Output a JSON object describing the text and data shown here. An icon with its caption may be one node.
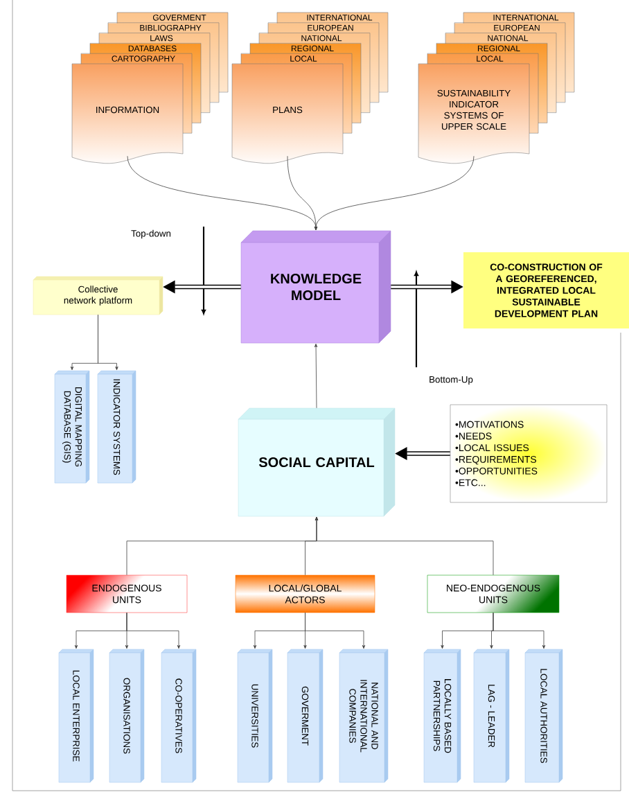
{
  "diagram": {
    "nodes": [
      {
        "text": [
          "GOVERMENT"
        ]
      },
      {
        "text": [
          "BIBLIOGRAPHY"
        ]
      },
      {
        "text": [
          "LAWS"
        ]
      },
      {
        "text": [
          "DATABASES"
        ]
      },
      {
        "text": [
          "CARTOGRAPHY"
        ]
      },
      {
        "text": [
          "INFORMATION"
        ]
      },
      {
        "text": [
          "INTERNATIONAL"
        ]
      },
      {
        "text": [
          "EUROPEAN"
        ]
      },
      {
        "text": [
          "NATIONAL"
        ]
      },
      {
        "text": [
          "REGIONAL"
        ]
      },
      {
        "text": [
          "LOCAL"
        ]
      },
      {
        "text": [
          "PLANS"
        ]
      },
      {
        "text": [
          "INTERNATIONAL"
        ]
      },
      {
        "text": [
          "EUROPEAN"
        ]
      },
      {
        "text": [
          "NATIONAL"
        ]
      },
      {
        "text": [
          "REGIONAL"
        ]
      },
      {
        "text": [
          "LOCAL"
        ]
      },
      {
        "text": [
          "SUSTAINABILITY INDICATOR SYSTEMS OF UPPER SCALE"
        ]
      },
      {
        "text": [
          "KNOWLEDGE MODEL"
        ]
      },
      {
        "text": [
          "Collective network platform"
        ]
      },
      {
        "text": [
          "CO-CONSTRUCTION OF A GEOREFERENCED, INTEGRATED LOCAL SUSTAINABLE DEVELOPMENT PLAN"
        ]
      },
      {
        "text": [
          "DIGITAL MAPPING DATABASE (GIS)"
        ]
      },
      {
        "text": [
          "INDICATOR SYSTEMS"
        ]
      },
      {
        "text": [
          "SOCIAL CAPITAL"
        ]
      },
      {
        "text": [
          "•MOTIVATIONS",
          "•NEEDS",
          "•LOCAL ISSUES",
          "•REQUIREMENTS",
          "•OPPORTUNITIES",
          "•ETC..."
        ]
      },
      {
        "text": [
          "ENDOGENOUS UNITS"
        ]
      },
      {
        "text": [
          "LOCAL/GLOBAL ACTORS"
        ]
      },
      {
        "text": [
          "NEO-ENDOGENOUS UNITS"
        ]
      },
      {
        "text": [
          "LOCAL ENTERPRISE"
        ]
      },
      {
        "text": [
          "ORGANISATIONS"
        ]
      },
      {
        "text": [
          "CO-OPERATIVES"
        ]
      },
      {
        "text": [
          "UNIVERSITIES"
        ]
      },
      {
        "text": [
          "GOVERMENT"
        ]
      },
      {
        "text": [
          "NATIONAL AND INTERNATIONAL COMPANIES"
        ]
      },
      {
        "text": [
          "LOCALLY BASED PARTNERSHIPS"
        ]
      },
      {
        "text": [
          "LAG - LEADER"
        ]
      },
      {
        "text": [
          "LOCAL AUTHORITIES"
        ]
      }
    ],
    "edges": [
      {
        "from": 5,
        "to": 18,
        "arrow": "to"
      },
      {
        "from": 11,
        "to": 18,
        "arrow": "to"
      },
      {
        "from": 17,
        "to": 18,
        "arrow": "to"
      },
      {
        "from": 18,
        "to": 19,
        "arrow": "to",
        "style": "thick"
      },
      {
        "from": 18,
        "to": 20,
        "arrow": "to",
        "style": "thick"
      },
      {
        "from": 19,
        "to": 21,
        "arrow": "to"
      },
      {
        "from": 19,
        "to": 22,
        "arrow": "to"
      },
      {
        "from": 23,
        "to": 18,
        "arrow": "to"
      },
      {
        "from": 24,
        "to": 23,
        "arrow": "to",
        "style": "thick"
      },
      {
        "from": 25,
        "to": 23,
        "arrow": "to"
      },
      {
        "from": 26,
        "to": 23,
        "arrow": "to"
      },
      {
        "from": 27,
        "to": 23,
        "arrow": "to"
      },
      {
        "from": 25,
        "to": 28,
        "arrow": "to"
      },
      {
        "from": 25,
        "to": 29,
        "arrow": "to"
      },
      {
        "from": 25,
        "to": 30,
        "arrow": "to"
      },
      {
        "from": 26,
        "to": 31,
        "arrow": "to"
      },
      {
        "from": 26,
        "to": 32,
        "arrow": "to"
      },
      {
        "from": 26,
        "to": 33,
        "arrow": "to"
      },
      {
        "from": 27,
        "to": 34,
        "arrow": "to"
      },
      {
        "from": 27,
        "to": 35,
        "arrow": "to"
      },
      {
        "from": 27,
        "to": 36,
        "arrow": "to"
      }
    ],
    "labels": [
      "Top-down",
      "Bottom-Up"
    ]
  }
}
